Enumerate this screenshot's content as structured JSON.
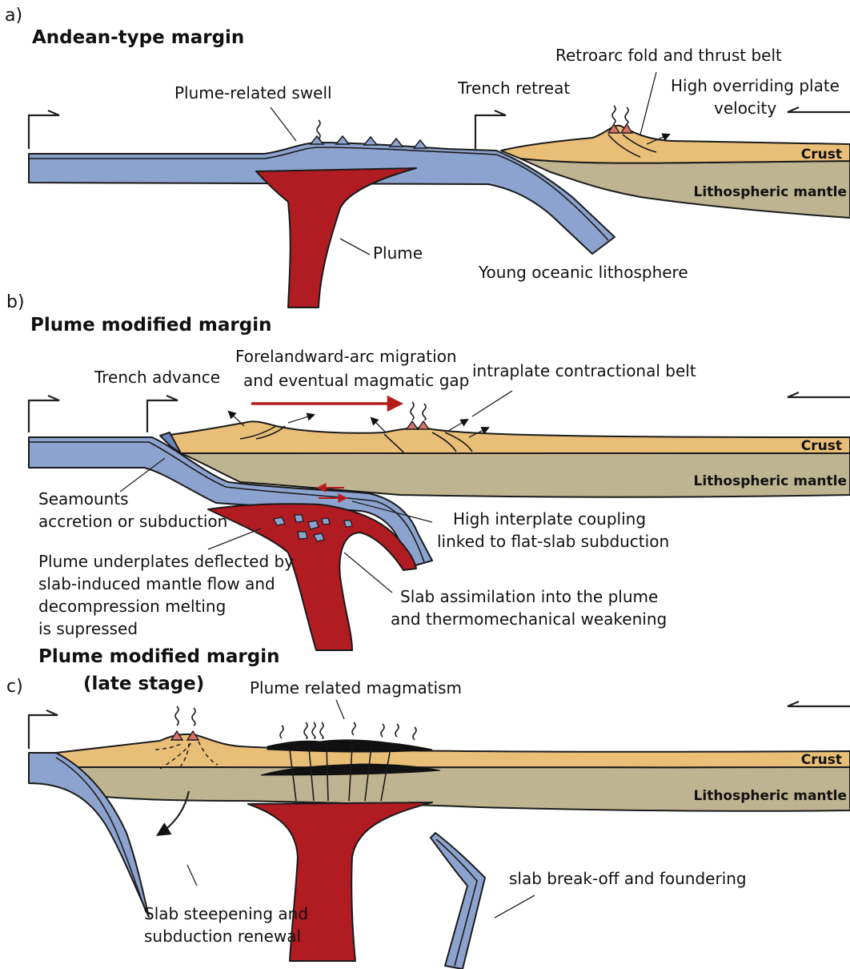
{
  "colors": {
    "oceanic_slab": "#8ca3cf",
    "crust": "#e9bf78",
    "lithospheric_mantle": "#bfb491",
    "plume": "#b11b22",
    "volcano": "#d9706a",
    "magma": "#111111",
    "arrow_red": "#b71c1c"
  },
  "panels": [
    {
      "letter": "a)",
      "title": "Andean-type margin",
      "labels": {
        "plume_swell": "Plume-related swell",
        "trench": "Trench retreat",
        "retroarc": "Retroarc fold and thrust belt",
        "velocity_1": "High overriding plate",
        "velocity_2": "velocity",
        "crust": "Crust",
        "mantle": "Lithospheric mantle",
        "plume": "Plume",
        "slab": "Young oceanic lithosphere"
      }
    },
    {
      "letter": "b)",
      "title": "Plume modified margin",
      "labels": {
        "trench": "Trench advance",
        "migration_1": "Forelandward-arc migration",
        "migration_2": "and eventual magmatic gap",
        "contraction": "intraplate contractional belt",
        "crust": "Crust",
        "mantle": "Lithospheric mantle",
        "seamounts_1": "Seamounts",
        "seamounts_2": "accretion  or subduction",
        "coupling_1": "High interplate coupling",
        "coupling_2": "linked to flat-slab subduction",
        "underplate_1": "Plume underplates deflected by",
        "underplate_2": "slab-induced  mantle flow and",
        "underplate_3": "decompression melting",
        "underplate_4": "is supressed",
        "assimilation_1": "Slab assimilation into the plume",
        "assimilation_2": "and thermomechanical weakening"
      }
    },
    {
      "letter": "c)",
      "title": "Plume modified margin",
      "subtitle": "(late stage)",
      "labels": {
        "magmatism": "Plume related magmatism",
        "crust": "Crust",
        "mantle": "Lithospheric mantle",
        "steepening_1": "Slab steepening and",
        "steepening_2": "subduction renewal",
        "breakoff": "slab break-off and foundering"
      }
    }
  ]
}
